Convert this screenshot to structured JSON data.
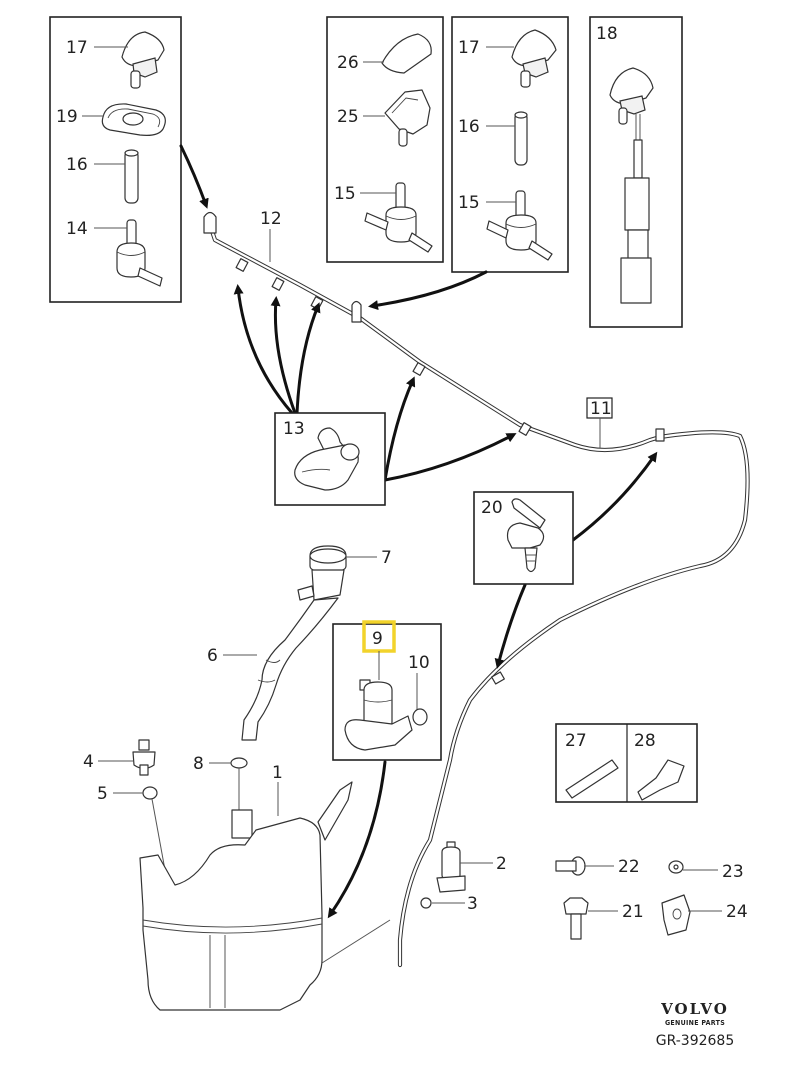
{
  "diagram": {
    "title": "Windshield washer system – exploded parts view",
    "highlight_color": "#f2d32b",
    "highlighted_part": "9",
    "callouts": {
      "box_a": [
        "17",
        "19",
        "16",
        "14"
      ],
      "box_b": [
        "26",
        "25",
        "15"
      ],
      "box_c": [
        "17",
        "16",
        "15"
      ],
      "box_d": [
        "18"
      ],
      "hose_main": "12",
      "hose_rear": "11",
      "clip_13": "13",
      "clip_20": "20",
      "filler_cap": "7",
      "filler_neck": "6",
      "seal": "8",
      "level_sensor": "4",
      "grommet": "5",
      "reservoir": "1",
      "pump_box": [
        "9",
        "10"
      ],
      "pump_2": "2",
      "grommet_3": "3",
      "connector_27": "27",
      "connector_28": "28",
      "clip_22": "22",
      "washer_23": "23",
      "bolt_21": "21",
      "nut_24": "24"
    }
  },
  "brand": {
    "name": "VOLVO",
    "subtitle": "GENUINE PARTS",
    "code": "GR-392685"
  }
}
